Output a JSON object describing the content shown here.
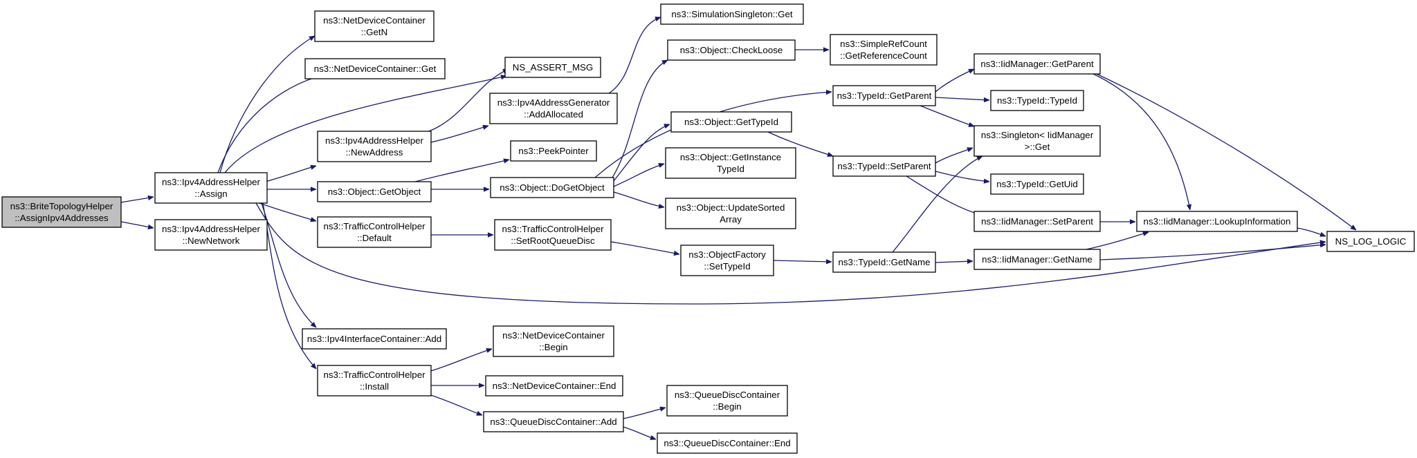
{
  "diagram": {
    "type": "call-graph",
    "colors": {
      "edge": "#191970",
      "root_fill": "#bfbfbf",
      "node_fill": "#ffffff",
      "node_stroke": "#000000"
    },
    "nodes": [
      {
        "id": "n0",
        "lines": [
          "ns3::BriteTopologyHelper",
          "::AssignIpv4Addresses"
        ],
        "root": true
      },
      {
        "id": "n1",
        "lines": [
          "ns3::Ipv4AddressHelper",
          "::Assign"
        ]
      },
      {
        "id": "n2",
        "lines": [
          "ns3::Ipv4AddressHelper",
          "::NewNetwork"
        ]
      },
      {
        "id": "n3",
        "lines": [
          "ns3::NetDeviceContainer",
          "::GetN"
        ]
      },
      {
        "id": "n4",
        "lines": [
          "ns3::NetDeviceContainer::Get"
        ]
      },
      {
        "id": "n5",
        "lines": [
          "NS_ASSERT_MSG"
        ]
      },
      {
        "id": "n6",
        "lines": [
          "ns3::Ipv4AddressHelper",
          "::NewAddress"
        ]
      },
      {
        "id": "n7",
        "lines": [
          "ns3::Object::GetObject"
        ]
      },
      {
        "id": "n8",
        "lines": [
          "ns3::TrafficControlHelper",
          "::Default"
        ]
      },
      {
        "id": "n9",
        "lines": [
          "ns3::Ipv4InterfaceContainer::Add"
        ]
      },
      {
        "id": "n10",
        "lines": [
          "ns3::TrafficControlHelper",
          "::Install"
        ]
      },
      {
        "id": "n11",
        "lines": [
          "ns3::SimulationSingleton::Get"
        ]
      },
      {
        "id": "n12",
        "lines": [
          "ns3::Ipv4AddressGenerator",
          "::AddAllocated"
        ]
      },
      {
        "id": "n13",
        "lines": [
          "ns3::PeekPointer"
        ]
      },
      {
        "id": "n14",
        "lines": [
          "ns3::Object::DoGetObject"
        ]
      },
      {
        "id": "n15",
        "lines": [
          "ns3::TrafficControlHelper",
          "::SetRootQueueDisc"
        ]
      },
      {
        "id": "n16",
        "lines": [
          "ns3::NetDeviceContainer",
          "::Begin"
        ]
      },
      {
        "id": "n17",
        "lines": [
          "ns3::NetDeviceContainer::End"
        ]
      },
      {
        "id": "n18",
        "lines": [
          "ns3::QueueDiscContainer::Add"
        ]
      },
      {
        "id": "n19",
        "lines": [
          "ns3::Object::CheckLoose"
        ]
      },
      {
        "id": "n20",
        "lines": [
          "ns3::Object::GetTypeId"
        ]
      },
      {
        "id": "n21",
        "lines": [
          "ns3::Object::GetInstance",
          "TypeId"
        ]
      },
      {
        "id": "n22",
        "lines": [
          "ns3::Object::UpdateSorted",
          "Array"
        ]
      },
      {
        "id": "n23",
        "lines": [
          "ns3::ObjectFactory",
          "::SetTypeId"
        ]
      },
      {
        "id": "n24",
        "lines": [
          "ns3::QueueDiscContainer",
          "::Begin"
        ]
      },
      {
        "id": "n25",
        "lines": [
          "ns3::QueueDiscContainer::End"
        ]
      },
      {
        "id": "n26",
        "lines": [
          "ns3::SimpleRefCount",
          "::GetReferenceCount"
        ]
      },
      {
        "id": "n27",
        "lines": [
          "ns3::TypeId::GetParent"
        ]
      },
      {
        "id": "n28",
        "lines": [
          "ns3::TypeId::SetParent"
        ]
      },
      {
        "id": "n29",
        "lines": [
          "ns3::TypeId::GetName"
        ]
      },
      {
        "id": "n30",
        "lines": [
          "ns3::IidManager::GetParent"
        ]
      },
      {
        "id": "n31",
        "lines": [
          "ns3::TypeId::TypeId"
        ]
      },
      {
        "id": "n32",
        "lines": [
          "ns3::Singleton< IidManager",
          " >::Get"
        ]
      },
      {
        "id": "n33",
        "lines": [
          "ns3::TypeId::GetUid"
        ]
      },
      {
        "id": "n34",
        "lines": [
          "ns3::IidManager::SetParent"
        ]
      },
      {
        "id": "n35",
        "lines": [
          "ns3::IidManager::GetName"
        ]
      },
      {
        "id": "n36",
        "lines": [
          "ns3::IidManager::LookupInformation"
        ]
      },
      {
        "id": "n37",
        "lines": [
          "NS_LOG_LOGIC"
        ]
      }
    ],
    "edges": [
      [
        "n0",
        "n1"
      ],
      [
        "n0",
        "n2"
      ],
      [
        "n1",
        "n3"
      ],
      [
        "n1",
        "n4"
      ],
      [
        "n1",
        "n5"
      ],
      [
        "n1",
        "n6"
      ],
      [
        "n1",
        "n7"
      ],
      [
        "n1",
        "n8"
      ],
      [
        "n1",
        "n9"
      ],
      [
        "n1",
        "n10"
      ],
      [
        "n1",
        "n37"
      ],
      [
        "n6",
        "n5"
      ],
      [
        "n6",
        "n12"
      ],
      [
        "n12",
        "n11"
      ],
      [
        "n7",
        "n13"
      ],
      [
        "n7",
        "n14"
      ],
      [
        "n8",
        "n15"
      ],
      [
        "n10",
        "n16"
      ],
      [
        "n10",
        "n17"
      ],
      [
        "n10",
        "n18"
      ],
      [
        "n14",
        "n19"
      ],
      [
        "n14",
        "n20"
      ],
      [
        "n14",
        "n21"
      ],
      [
        "n14",
        "n22"
      ],
      [
        "n14",
        "n27"
      ],
      [
        "n15",
        "n23"
      ],
      [
        "n18",
        "n24"
      ],
      [
        "n18",
        "n25"
      ],
      [
        "n19",
        "n26"
      ],
      [
        "n20",
        "n28"
      ],
      [
        "n23",
        "n29"
      ],
      [
        "n27",
        "n30"
      ],
      [
        "n27",
        "n31"
      ],
      [
        "n27",
        "n32"
      ],
      [
        "n28",
        "n32"
      ],
      [
        "n28",
        "n33"
      ],
      [
        "n28",
        "n34"
      ],
      [
        "n29",
        "n32"
      ],
      [
        "n29",
        "n35"
      ],
      [
        "n30",
        "n36"
      ],
      [
        "n30",
        "n37"
      ],
      [
        "n34",
        "n36"
      ],
      [
        "n35",
        "n36"
      ],
      [
        "n35",
        "n37"
      ],
      [
        "n36",
        "n37"
      ]
    ]
  }
}
